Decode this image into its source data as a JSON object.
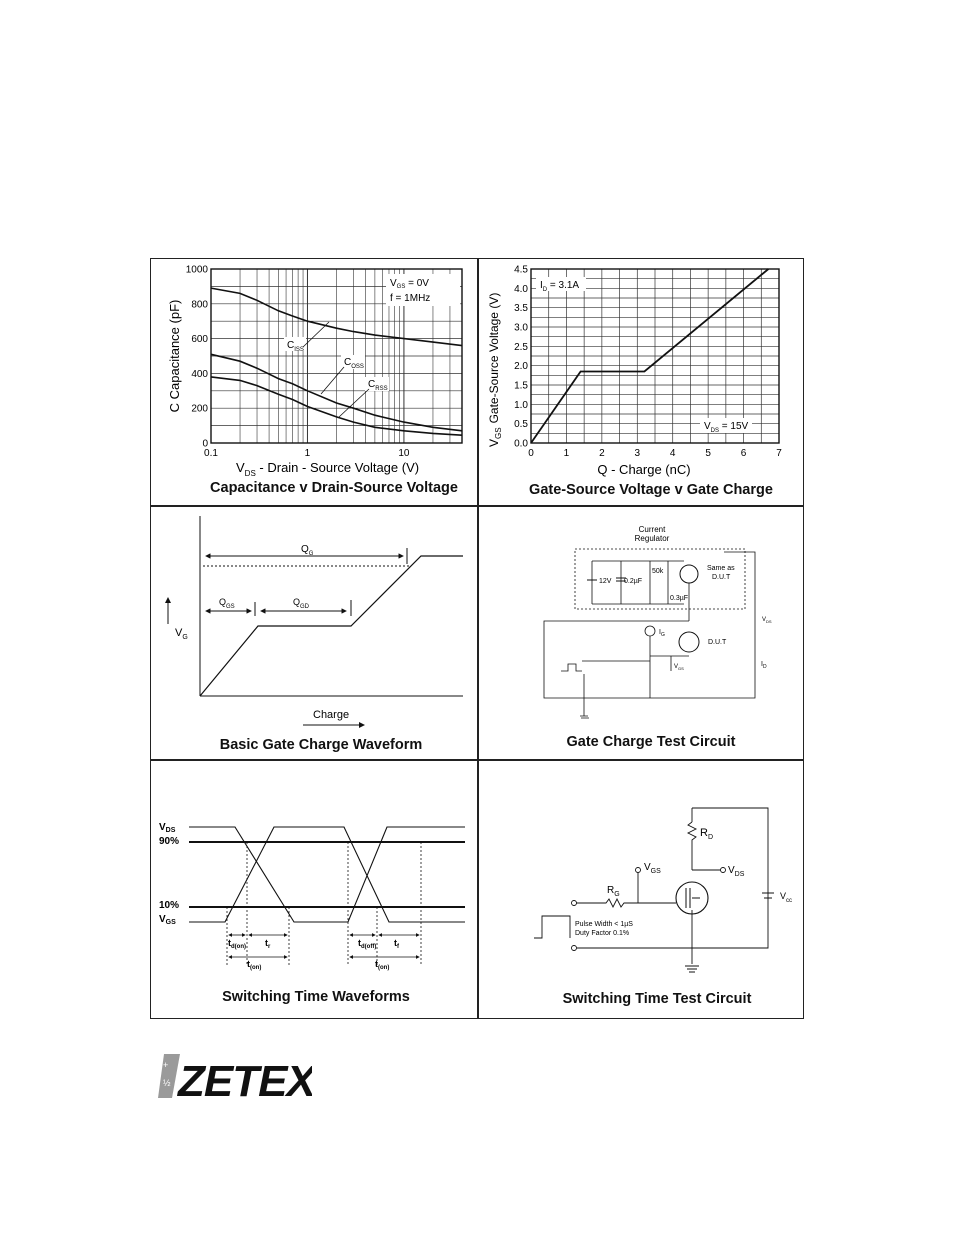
{
  "panels": {
    "capacitance": {
      "caption": "Capacitance v Drain-Source Voltage",
      "ylabel": "C  Capacitance (pF)",
      "xlabel_prefix": "V",
      "xlabel_sub": "DS",
      "xlabel_rest": " - Drain - Source Voltage (V)",
      "yticks": [
        "0",
        "200",
        "400",
        "600",
        "800",
        "1000"
      ],
      "xticks": [
        "0.1",
        "1",
        "10"
      ],
      "cond1_main": "V",
      "cond1_sub": "GS",
      "cond1_rest": " = 0V",
      "cond2": "f = 1MHz",
      "label_ciss": "C",
      "label_ciss_sub": "ISS",
      "label_coss": "C",
      "label_coss_sub": "OSS",
      "label_crss": "C",
      "label_crss_sub": "RSS"
    },
    "gate_charge": {
      "caption": "Gate-Source Voltage v Gate Charge",
      "ylabel": "Gate-Source Voltage (V)",
      "ylabel_prefix": "V",
      "ylabel_sub": "GS",
      "xlabel": "Q - Charge (nC)",
      "yticks": [
        "0.0",
        "0.5",
        "1.0",
        "1.5",
        "2.0",
        "2.5",
        "3.0",
        "3.5",
        "4.0",
        "4.5"
      ],
      "xticks": [
        "0",
        "1",
        "2",
        "3",
        "4",
        "5",
        "6",
        "7"
      ],
      "cond_id_main": "I",
      "cond_id_sub": "D",
      "cond_id_rest": " = 3.1A",
      "cond_vds_main": "V",
      "cond_vds_sub": "DS",
      "cond_vds_rest": " = 15V"
    },
    "basic_waveform": {
      "caption": "Basic Gate Charge Waveform",
      "qg": "Q",
      "qg_sub": "G",
      "qgs": "Q",
      "qgs_sub": "GS",
      "qgd": "Q",
      "qgd_sub": "GD",
      "vg": "V",
      "vg_sub": "G",
      "charge": "Charge"
    },
    "test_circuit": {
      "caption": "Gate Charge Test Circuit",
      "regulator_line1": "Current",
      "regulator_line2": "Regulator",
      "v12": "12V",
      "c02": "0.2µF",
      "r50k": "50k",
      "c03": "0.3µF",
      "same_as_1": "Same as",
      "same_as_2": "D.U.T",
      "dut": "D.U.T",
      "ig_main": "I",
      "ig_sub": "G",
      "vds_main": "V",
      "vds_sub": "DS",
      "vgs_main": "V",
      "vgs_sub": "GS",
      "id_main": "I",
      "id_sub": "D"
    },
    "switching_waveforms": {
      "caption": "Switching Time Waveforms",
      "vds": "V",
      "vds_sub": "DS",
      "p90": "90%",
      "p10": "10%",
      "vgs": "V",
      "vgs_sub": "GS",
      "td_on": "t",
      "td_on_sub": "d(on)",
      "tr": "t",
      "tr_sub": "r",
      "td_off": "t",
      "td_off_sub": "d(off)",
      "tf": "t",
      "tf_sub": "f",
      "t_on": "t",
      "t_on_sub": "(on)",
      "t_off": "t",
      "t_off_sub": "(on)"
    },
    "switching_circuit": {
      "caption": "Switching Time Test Circuit",
      "rd_main": "R",
      "rd_sub": "D",
      "vgs_main": "V",
      "vgs_sub": "GS",
      "vds_main": "V",
      "vds_sub": "DS",
      "rg_main": "R",
      "rg_sub": "G",
      "vcc_main": "V",
      "vcc_sub": "cc",
      "pulse_width": "Pulse Width < 1µS",
      "duty_factor": "Duty Factor    0.1%"
    }
  },
  "chart_data": [
    {
      "type": "line",
      "title": "Capacitance v Drain-Source Voltage",
      "xlabel": "VDS - Drain - Source Voltage (V)",
      "ylabel": "C  Capacitance (pF)",
      "xscale": "log",
      "xlim": [
        0.1,
        40
      ],
      "ylim": [
        0,
        1000
      ],
      "grid": true,
      "series": [
        {
          "name": "CISS",
          "x": [
            0.1,
            0.2,
            0.3,
            0.5,
            0.7,
            1,
            2,
            3,
            5,
            10,
            20,
            40
          ],
          "y": [
            890,
            860,
            820,
            760,
            730,
            700,
            660,
            640,
            620,
            600,
            580,
            560
          ]
        },
        {
          "name": "COSS",
          "x": [
            0.1,
            0.2,
            0.3,
            0.5,
            0.7,
            1,
            2,
            3,
            5,
            10,
            20,
            40
          ],
          "y": [
            510,
            470,
            430,
            370,
            340,
            300,
            230,
            200,
            160,
            120,
            90,
            70
          ]
        },
        {
          "name": "CRSS",
          "x": [
            0.1,
            0.2,
            0.3,
            0.5,
            0.7,
            1,
            2,
            3,
            5,
            10,
            20,
            40
          ],
          "y": [
            380,
            360,
            330,
            280,
            250,
            210,
            150,
            120,
            90,
            70,
            55,
            45
          ]
        }
      ]
    },
    {
      "type": "line",
      "title": "Gate-Source Voltage v Gate Charge",
      "xlabel": "Q - Charge (nC)",
      "ylabel": "VGS  Gate-Source Voltage (V)",
      "xlim": [
        0,
        7
      ],
      "ylim": [
        0,
        4.5
      ],
      "grid": true,
      "series": [
        {
          "x": [
            0,
            1.4,
            3.2,
            6.7
          ],
          "y": [
            0,
            1.85,
            1.85,
            4.5
          ]
        }
      ]
    }
  ]
}
